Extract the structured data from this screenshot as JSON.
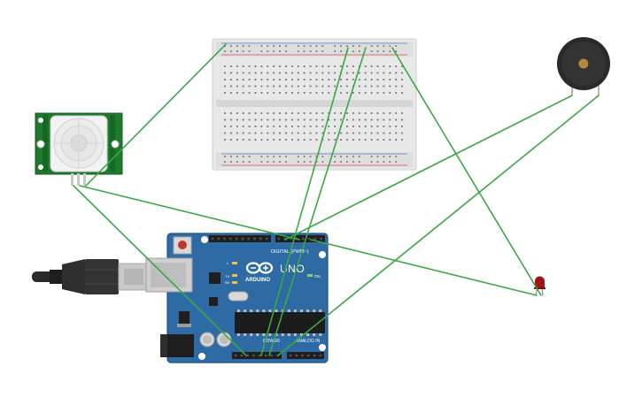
{
  "colors": {
    "wire": "#3aa845",
    "arduino_board": "#2e6aa3",
    "arduino_edge": "#1f5487",
    "pir_board": "#1f7a2f",
    "breadboard": "#e6e6e6",
    "breadboard_rail_red": "#d9534f",
    "breadboard_rail_blue": "#5b7fc7",
    "buzzer": "#2b2b2b",
    "buzzer_center": "#b8893a",
    "led": "#a31414",
    "usb_cable": "#2a2a2a"
  },
  "icons": {
    "arduino_logo": "infinity-logo-icon",
    "pir_lens": "fresnel-lens-icon",
    "buzzer": "piezo-buzzer-icon",
    "led": "red-led-icon",
    "usb": "usb-cable-icon",
    "power_jack": "dc-jack-icon"
  },
  "arduino": {
    "brand": "ARDUINO",
    "model": "UNO",
    "digital_label": "DIGITAL (PWM~)",
    "power_label": "POWER",
    "analog_label": "ANALOG IN",
    "on_label": "ON",
    "tx_label": "TX",
    "rx_label": "RX",
    "l_label": "L"
  }
}
